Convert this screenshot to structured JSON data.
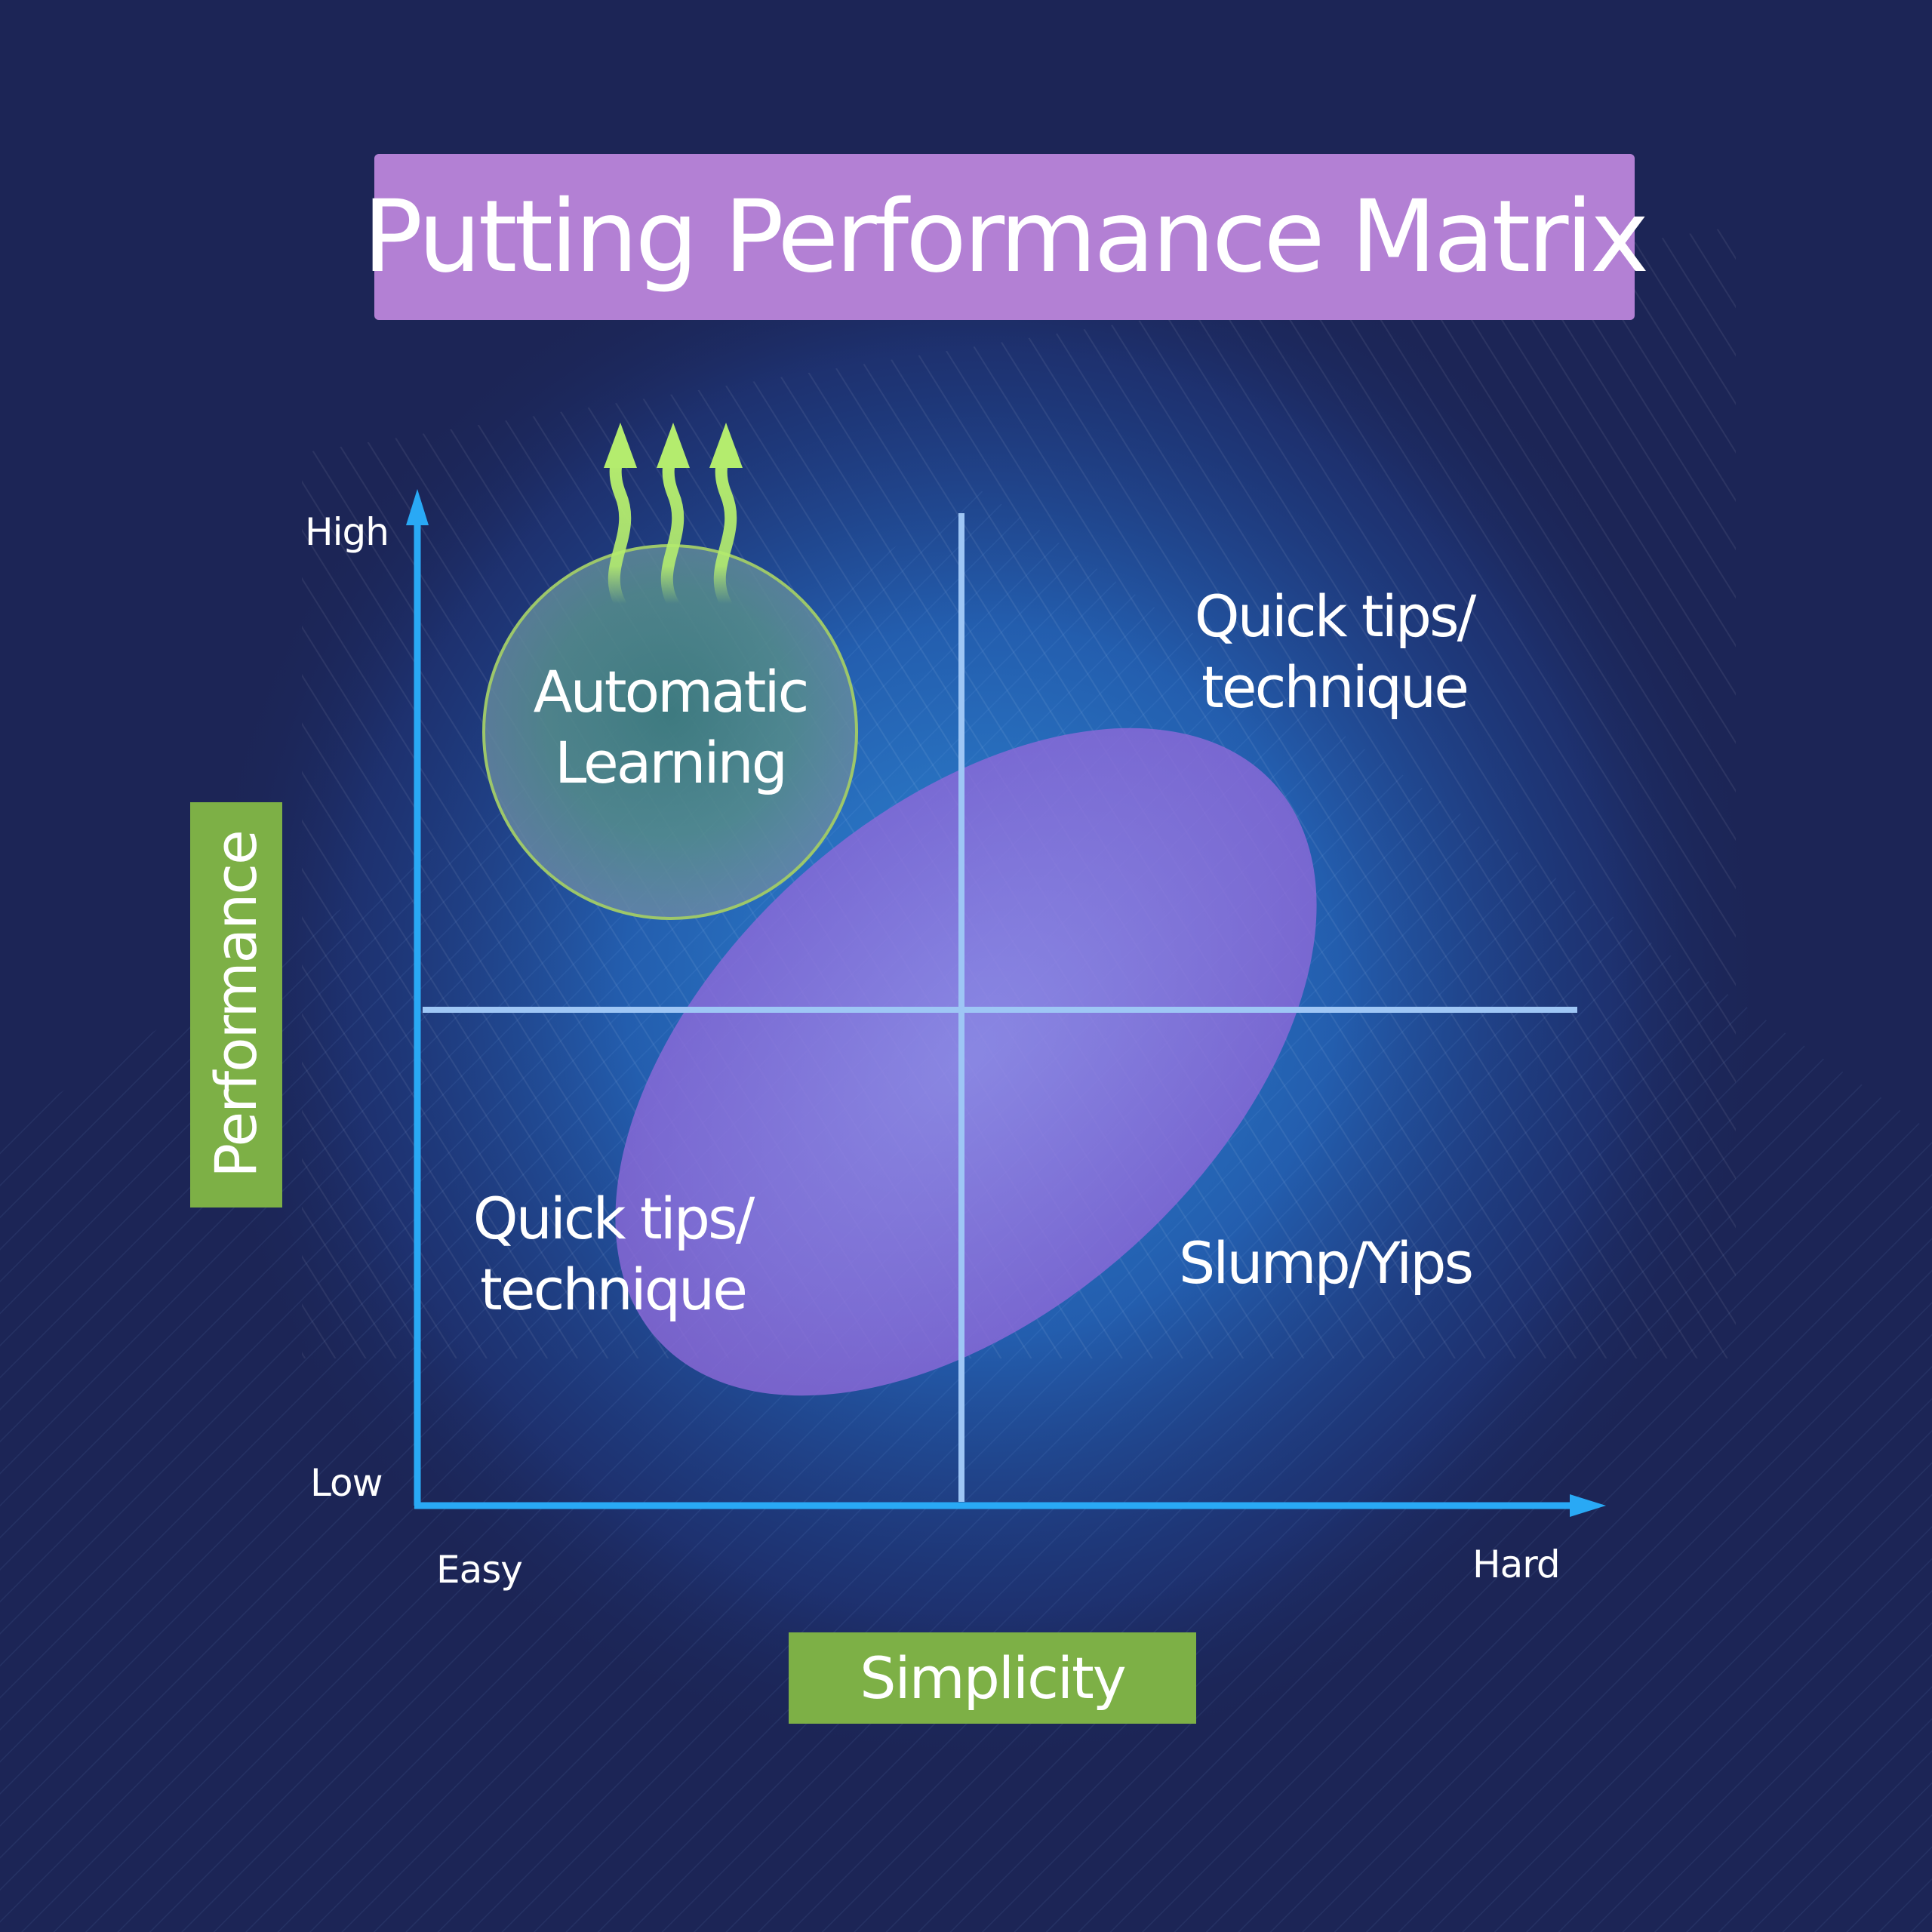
{
  "title": "Putting Performance Matrix",
  "axes": {
    "y_label": "Performance",
    "x_label": "Simplicity",
    "y_high": "High",
    "y_low": "Low",
    "x_easy": "Easy",
    "x_hard": "Hard"
  },
  "quadrants": {
    "top_left": {
      "line1": "Automatic",
      "line2": "Learning"
    },
    "top_right": {
      "line1": "Quick tips/",
      "line2": "technique"
    },
    "bottom_left": {
      "line1": "Quick tips/",
      "line2": "technique"
    },
    "bottom_right": {
      "line1": "Slump/Yips"
    }
  },
  "colors": {
    "background": "#1c2556",
    "title_box": "#b380d4",
    "axis_label_box": "#7db046",
    "axis_line": "#29a9f5",
    "quadrant_divider": "#9ec6f5",
    "ellipse": "#9b7ae0",
    "circle_fill": "#4e8a86",
    "circle_stroke": "#9dc76a",
    "arrow": "#b4ec6e"
  },
  "icons": {
    "arrows": "rising-arrows-icon",
    "circle": "automatic-learning-circle"
  }
}
